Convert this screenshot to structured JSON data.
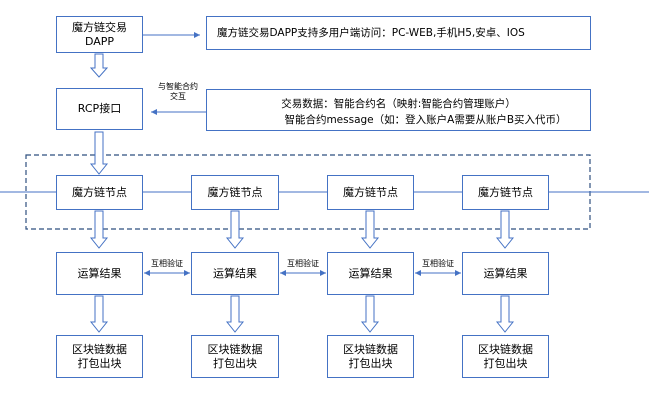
{
  "dapp_box": {
    "label": "魔方链交易\nDAPP"
  },
  "dapp_access_box": {
    "label": "魔方链交易DAPP支持多用户端访问：PC-WEB,手机H5,安卓、IOS"
  },
  "rcp_box": {
    "label": "RCP接口"
  },
  "contract_label": {
    "text": "与智能合约\n交互"
  },
  "transaction_box": {
    "line1": "交易数据：智能合约名（映射:智能合约管理账户）",
    "line2": "智能合约message（如：登入账户A需要从账户B买入代币）"
  },
  "nodes": [
    {
      "label": "魔方链节点"
    },
    {
      "label": "魔方链节点"
    },
    {
      "label": "魔方链节点"
    },
    {
      "label": "魔方链节点"
    }
  ],
  "results": [
    {
      "label": "运算结果"
    },
    {
      "label": "运算结果"
    },
    {
      "label": "运算结果"
    },
    {
      "label": "运算结果"
    }
  ],
  "verify_labels": [
    {
      "text": "互相验证"
    },
    {
      "text": "互相验证"
    },
    {
      "text": "互相验证"
    }
  ],
  "blocks": [
    {
      "label": "区块链数据\n打包出块"
    },
    {
      "label": "区块链数据\n打包出块"
    },
    {
      "label": "区块链数据\n打包出块"
    },
    {
      "label": "区块链数据\n打包出块"
    }
  ],
  "colors": {
    "border": "#4472c4",
    "arrow": "#4472c4",
    "dashed": "#2f4f7f",
    "text": "#000000"
  }
}
